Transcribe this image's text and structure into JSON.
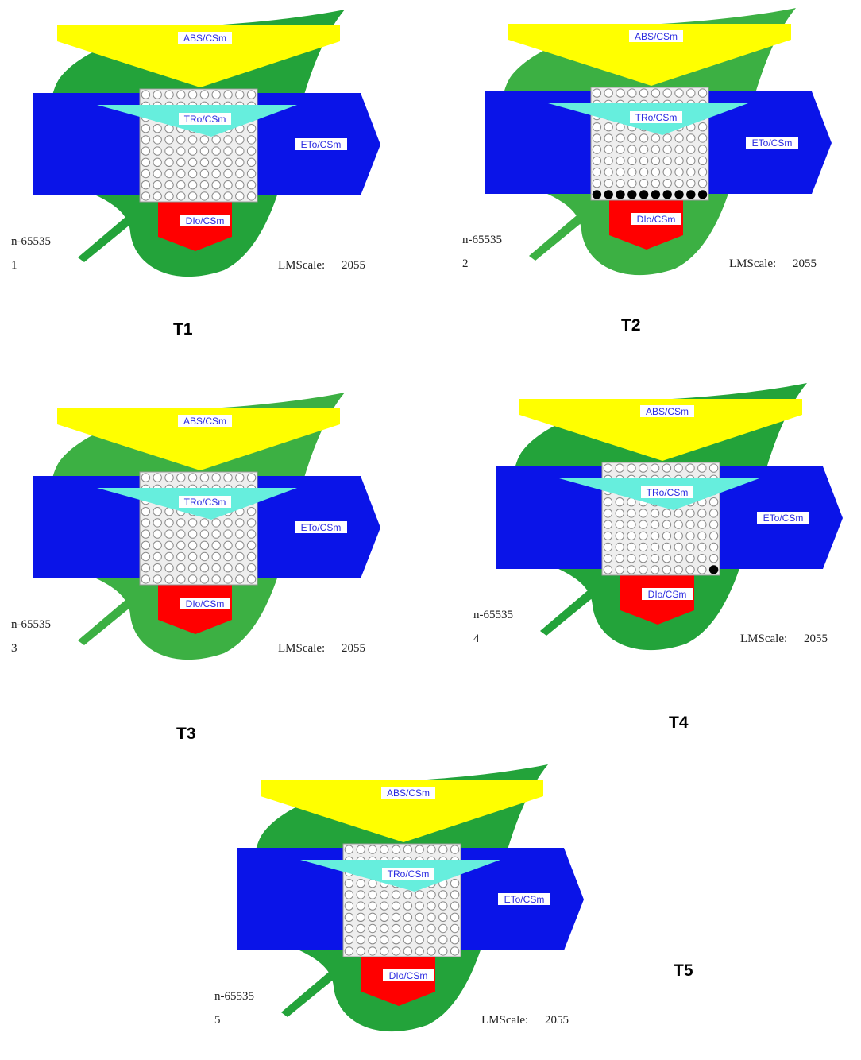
{
  "labels": {
    "abs": "ABS/CSm",
    "tro": "TRo/CSm",
    "eto": "ETo/CSm",
    "dio": "DIo/CSm",
    "n": "n-65535",
    "lmscale": "LMScale:",
    "lmscale_value": "2055"
  },
  "colors": {
    "leaf_dark": "#23a33a",
    "leaf_light": "#3cb043",
    "abs": "#ffff00",
    "tro": "#66eedd",
    "eto": "#0a14e8",
    "dio": "#ff0000",
    "rc_box": "#eeeeee",
    "label_bg": "#ffffff",
    "label_text": "#2a2ae0"
  },
  "panels": [
    {
      "id": "T1",
      "caption": "T1",
      "index": "1",
      "leaf_shade": "dark",
      "inactive_rc": "none"
    },
    {
      "id": "T2",
      "caption": "T2",
      "index": "2",
      "leaf_shade": "light",
      "inactive_rc": "bottom-row"
    },
    {
      "id": "T3",
      "caption": "T3",
      "index": "3",
      "leaf_shade": "light",
      "inactive_rc": "none"
    },
    {
      "id": "T4",
      "caption": "T4",
      "index": "4",
      "leaf_shade": "dark",
      "inactive_rc": "bottom-right-single"
    },
    {
      "id": "T5",
      "caption": "T5",
      "index": "5",
      "leaf_shade": "dark",
      "inactive_rc": "none"
    }
  ]
}
